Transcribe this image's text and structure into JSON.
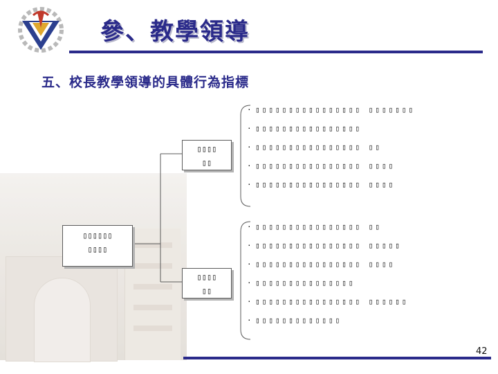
{
  "header": {
    "title": "參、教學領導",
    "subtitle": "五、校長教學領導的具體行為指標"
  },
  "diagram": {
    "root": [
      "▯▯▯▯▯▯",
      "▯▯▯▯"
    ],
    "branch_a": {
      "label": [
        "▯▯▯▯",
        "▯▯"
      ],
      "items": [
        "▯▯▯▯▯▯▯▯▯▯▯▯▯▯▯▯ ▯▯▯▯▯▯▯",
        "▯▯▯▯▯▯▯▯▯▯▯▯▯▯▯▯",
        "▯▯▯▯▯▯▯▯▯▯▯▯▯▯▯▯ ▯▯",
        "▯▯▯▯▯▯▯▯▯▯▯▯▯▯▯▯ ▯▯▯▯",
        "▯▯▯▯▯▯▯▯▯▯▯▯▯▯▯▯ ▯▯▯▯"
      ]
    },
    "branch_b": {
      "label": [
        "▯▯▯▯",
        "▯▯"
      ],
      "items": [
        "▯▯▯▯▯▯▯▯▯▯▯▯▯▯▯▯ ▯▯",
        "▯▯▯▯▯▯▯▯▯▯▯▯▯▯▯▯ ▯▯▯▯▯",
        "▯▯▯▯▯▯▯▯▯▯▯▯▯▯▯▯ ▯▯▯▯",
        "▯▯▯▯▯▯▯▯▯▯▯▯▯▯▯",
        "▯▯▯▯▯▯▯▯▯▯▯▯▯▯▯▯ ▯▯▯▯▯▯",
        "▯▯▯▯▯▯▯▯▯▯▯▯▯"
      ]
    }
  },
  "footer": {
    "page_number": "42"
  },
  "colors": {
    "accent": "#2a2a8a",
    "logo_red": "#c0392b",
    "logo_gold": "#e0a82e",
    "logo_blue": "#2b3f8f"
  },
  "icons": {
    "logo": "school-emblem-logo"
  }
}
